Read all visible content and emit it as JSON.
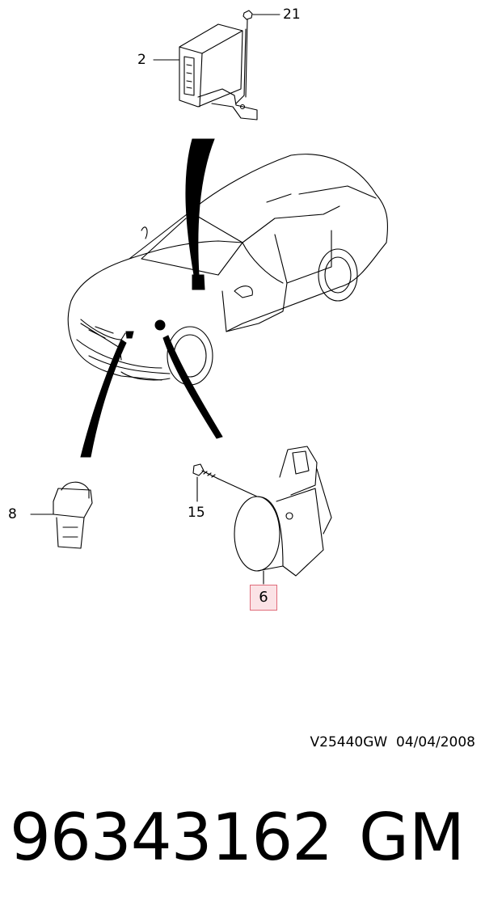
{
  "callouts": {
    "c21": "21",
    "c2": "2",
    "c8": "8",
    "c15": "15",
    "c6": "6"
  },
  "drawing_code": "V25440GW",
  "drawing_date": "04/04/2008",
  "part_number": "96343162",
  "brand": "GM",
  "highlight_color": "#e06b7a"
}
